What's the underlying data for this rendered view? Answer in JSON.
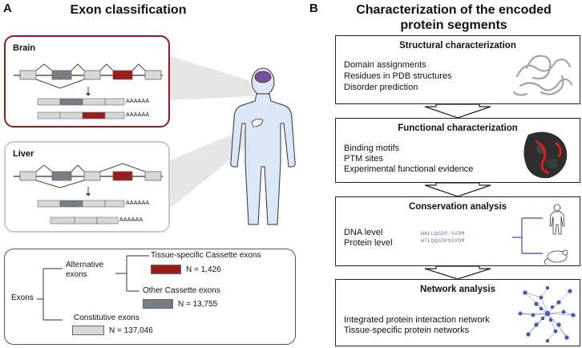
{
  "panel_a": {
    "letter": "A",
    "title": "Exon classification",
    "brain": {
      "label": "Brain",
      "poly_a_1": "AAAAAA",
      "poly_a_2": "AAAAAA"
    },
    "liver": {
      "label": "Liver",
      "poly_a_1": "AAAAAA",
      "poly_a_2": "AAAAAA"
    },
    "tree": {
      "root": "Exons",
      "alternative_label": "Alternative\nexons",
      "constitutive_label": "Constitutive exons",
      "constitutive_count": "N = 137,046",
      "tissue_specific_label": "Tissue-specific Cassette exons",
      "tissue_specific_count": "N = 1,426",
      "other_label": "Other Cassette exons",
      "other_count": "N = 13,755"
    },
    "colors": {
      "tissue_specific": "#9b1c1c",
      "other": "#777c85",
      "constitutive": "#d7d7d7",
      "brain_border": "#8e1c1c",
      "liver_border": "#c9c9c9",
      "body": "#dbe6f7"
    }
  },
  "panel_b": {
    "letter": "B",
    "title": "Characterization of the encoded\nprotein segments",
    "stages": [
      {
        "title": "Structural characterization",
        "items": [
          "Domain assignments",
          "Residues in PDB structures",
          "Disorder prediction"
        ]
      },
      {
        "title": "Functional characterization",
        "items": [
          "Binding motifs",
          "PTM sites",
          "Experimental functional evidence"
        ]
      },
      {
        "title": "Conservation analysis",
        "items": [
          "DNA level",
          "Protein level"
        ],
        "sequences": [
          "WALLQGDP-SVDM",
          "WTLQQGDPSSVDM"
        ]
      },
      {
        "title": "Network analysis",
        "items": [
          "Integrated protein interaction network",
          "Tissue-specific protein networks"
        ]
      }
    ]
  }
}
